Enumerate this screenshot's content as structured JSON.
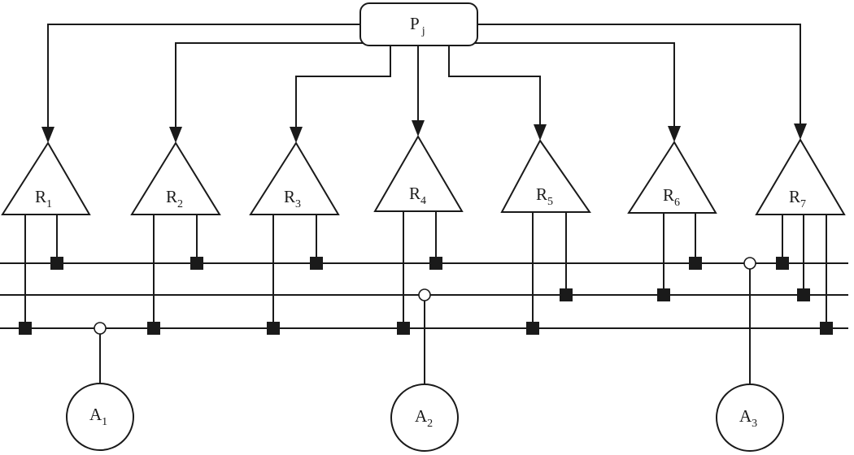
{
  "processor": {
    "main": "P",
    "sub": "j",
    "dots": "..."
  },
  "receivers": [
    {
      "main": "R",
      "sub": "1"
    },
    {
      "main": "R",
      "sub": "2"
    },
    {
      "main": "R",
      "sub": "3"
    },
    {
      "main": "R",
      "sub": "4"
    },
    {
      "main": "R",
      "sub": "5"
    },
    {
      "main": "R",
      "sub": "6"
    },
    {
      "main": "R",
      "sub": "7"
    }
  ],
  "actuators": [
    {
      "main": "A",
      "sub": "1"
    },
    {
      "main": "A",
      "sub": "2"
    },
    {
      "main": "A",
      "sub": "3"
    }
  ],
  "colors": {
    "line": "#1a1a1a",
    "background": "#ffffff"
  }
}
